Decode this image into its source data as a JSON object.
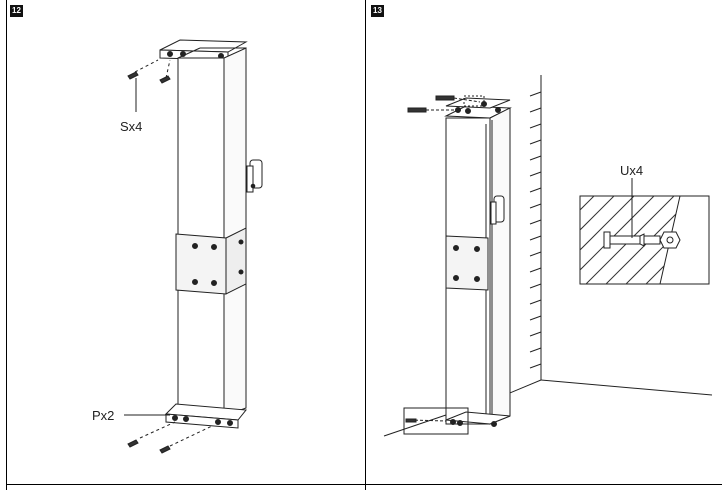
{
  "steps": [
    {
      "number": "12",
      "labels": {
        "screws": "Sx4",
        "plugs": "Px2"
      }
    },
    {
      "number": "13",
      "labels": {
        "bolts": "Ux4"
      }
    }
  ]
}
